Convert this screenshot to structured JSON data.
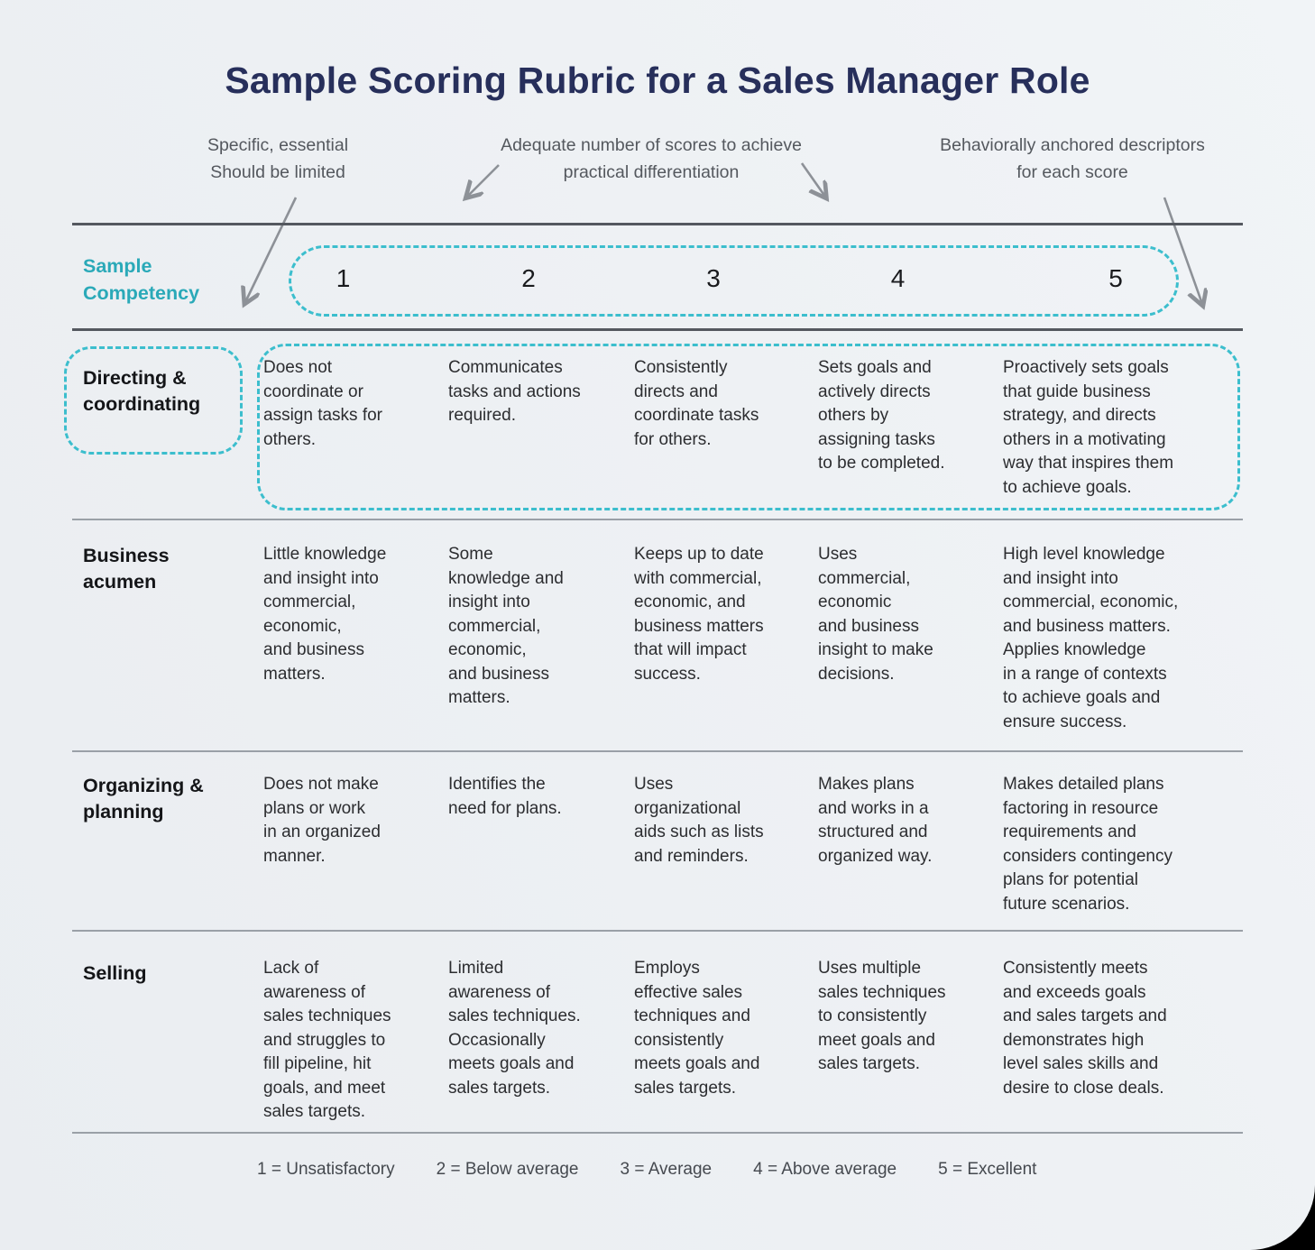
{
  "title": "Sample Scoring Rubric for a Sales Manager Role",
  "annotations": [
    {
      "text": "Specific, essential\nShould be limited"
    },
    {
      "text": "Adequate number of scores to achieve\npractical differentiation"
    },
    {
      "text": "Behaviorally anchored descriptors\nfor each score"
    }
  ],
  "header": {
    "row_label": "Sample\nCompetency",
    "scores": [
      "1",
      "2",
      "3",
      "4",
      "5"
    ]
  },
  "rows": [
    {
      "competency": "Directing &\ncoordinating",
      "cells": [
        "Does not\ncoordinate or\nassign tasks for\nothers.",
        "Communicates\ntasks and actions\nrequired.",
        "Consistently\ndirects and\ncoordinate tasks\nfor others.",
        "Sets goals and\nactively directs\nothers by\nassigning tasks\nto be completed.",
        "Proactively sets goals\nthat guide business\nstrategy, and directs\nothers in a motivating\nway that inspires them\nto achieve goals."
      ]
    },
    {
      "competency": "Business\nacumen",
      "cells": [
        "Little knowledge\nand insight into\ncommercial,\neconomic,\nand business\nmatters.",
        "Some\nknowledge and\ninsight into\ncommercial,\neconomic,\nand business\nmatters.",
        "Keeps up to date\nwith commercial,\neconomic, and\nbusiness matters\nthat will impact\nsuccess.",
        "Uses\ncommercial,\neconomic\nand business\ninsight to make\ndecisions.",
        "High level knowledge\nand insight into\ncommercial, economic,\nand business matters.\nApplies knowledge\nin a range of contexts\nto achieve goals and\nensure success."
      ]
    },
    {
      "competency": "Organizing &\nplanning",
      "cells": [
        "Does not make\nplans or work\nin an organized\nmanner.",
        "Identifies the\nneed for plans.",
        "Uses\norganizational\naids such as lists\nand reminders.",
        "Makes plans\nand works in a\nstructured and\norganized way.",
        "Makes detailed plans\nfactoring in resource\nrequirements and\nconsiders contingency\nplans for potential\nfuture scenarios."
      ]
    },
    {
      "competency": "Selling",
      "cells": [
        "Lack of\nawareness of\nsales techniques\nand struggles to\nfill pipeline, hit\ngoals, and meet\nsales targets.",
        "Limited\nawareness of\nsales techniques.\nOccasionally\nmeets goals and\nsales targets.",
        "Employs\neffective sales\ntechniques and\nconsistently\nmeets goals and\nsales targets.",
        "Uses multiple\nsales techniques\nto consistently\nmeet goals and\nsales targets.",
        "Consistently meets\nand exceeds goals\nand sales targets and\ndemonstrates high\nlevel sales skills and\ndesire to close deals."
      ]
    }
  ],
  "legend": {
    "items": [
      "1 = Unsatisfactory",
      "2 = Below average",
      "3 = Average",
      "4 = Above average",
      "5 = Excellent"
    ]
  },
  "colors": {
    "accent_teal": "#2AA9B8",
    "border_teal": "#3CBECD",
    "title_navy": "#272F5B",
    "line_dark": "#54585F",
    "line_light": "#9AA0A7",
    "arrow_gray": "#8D9197"
  }
}
